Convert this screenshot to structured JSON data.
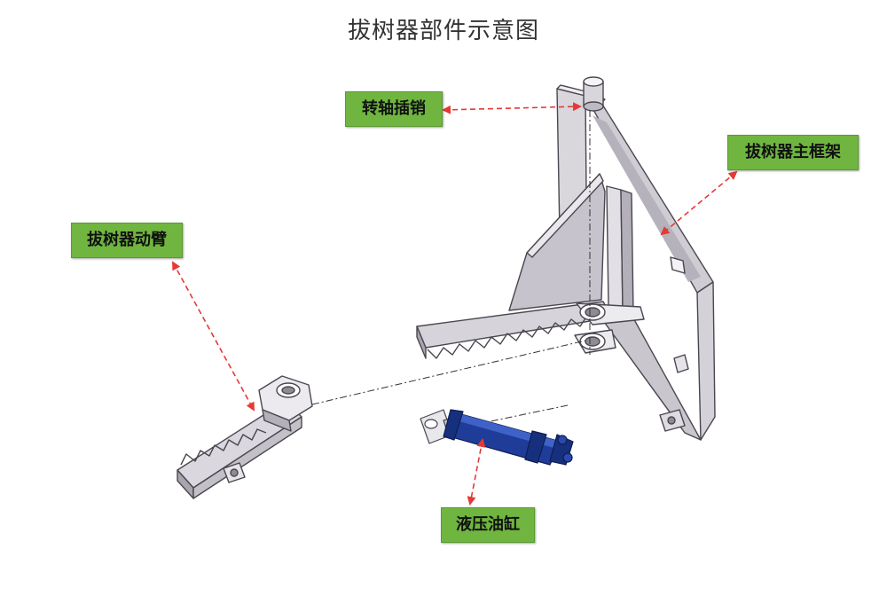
{
  "title": "拔树器部件示意图",
  "colors": {
    "callout_bg": "#6fb53f",
    "leader": "#e53935",
    "steel_light": "#e6e4e8",
    "steel_mid": "#bdbac1",
    "steel_dark": "#8f8b95",
    "cylinder": "#1f3c99"
  },
  "callouts": {
    "pivot_pin": "转轴插销",
    "main_frame": "拔树器主框架",
    "moving_arm": "拔树器动臂",
    "hydraulic_cylinder": "液压油缸"
  }
}
